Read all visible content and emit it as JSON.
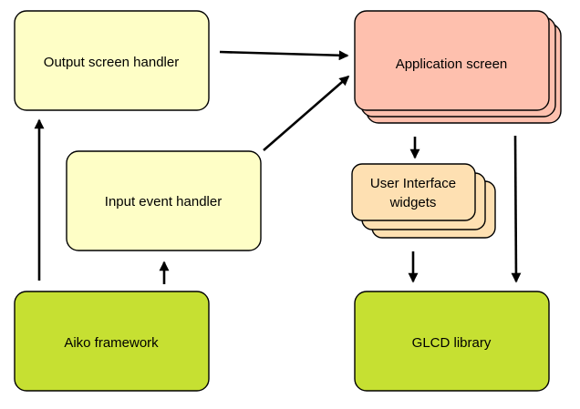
{
  "diagram": {
    "nodes": {
      "output_screen_handler": {
        "label": "Output screen handler",
        "fill": "#fefec6"
      },
      "input_event_handler": {
        "label": "Input event handler",
        "fill": "#fefec6"
      },
      "aiko_framework": {
        "label": "Aiko framework",
        "fill": "#c6e032"
      },
      "application_screen": {
        "label": "Application screen",
        "fill": "#fec0ae"
      },
      "user_interface_widgets": {
        "label_line1": "User Interface",
        "label_line2": "widgets",
        "fill": "#fee0b2"
      },
      "glcd_library": {
        "label": "GLCD library",
        "fill": "#c6e032"
      }
    },
    "edges": [
      {
        "from": "aiko_framework",
        "to": "output_screen_handler"
      },
      {
        "from": "aiko_framework",
        "to": "input_event_handler"
      },
      {
        "from": "output_screen_handler",
        "to": "application_screen"
      },
      {
        "from": "input_event_handler",
        "to": "application_screen"
      },
      {
        "from": "application_screen",
        "to": "user_interface_widgets"
      },
      {
        "from": "user_interface_widgets",
        "to": "glcd_library"
      },
      {
        "from": "application_screen",
        "to": "glcd_library"
      }
    ]
  }
}
